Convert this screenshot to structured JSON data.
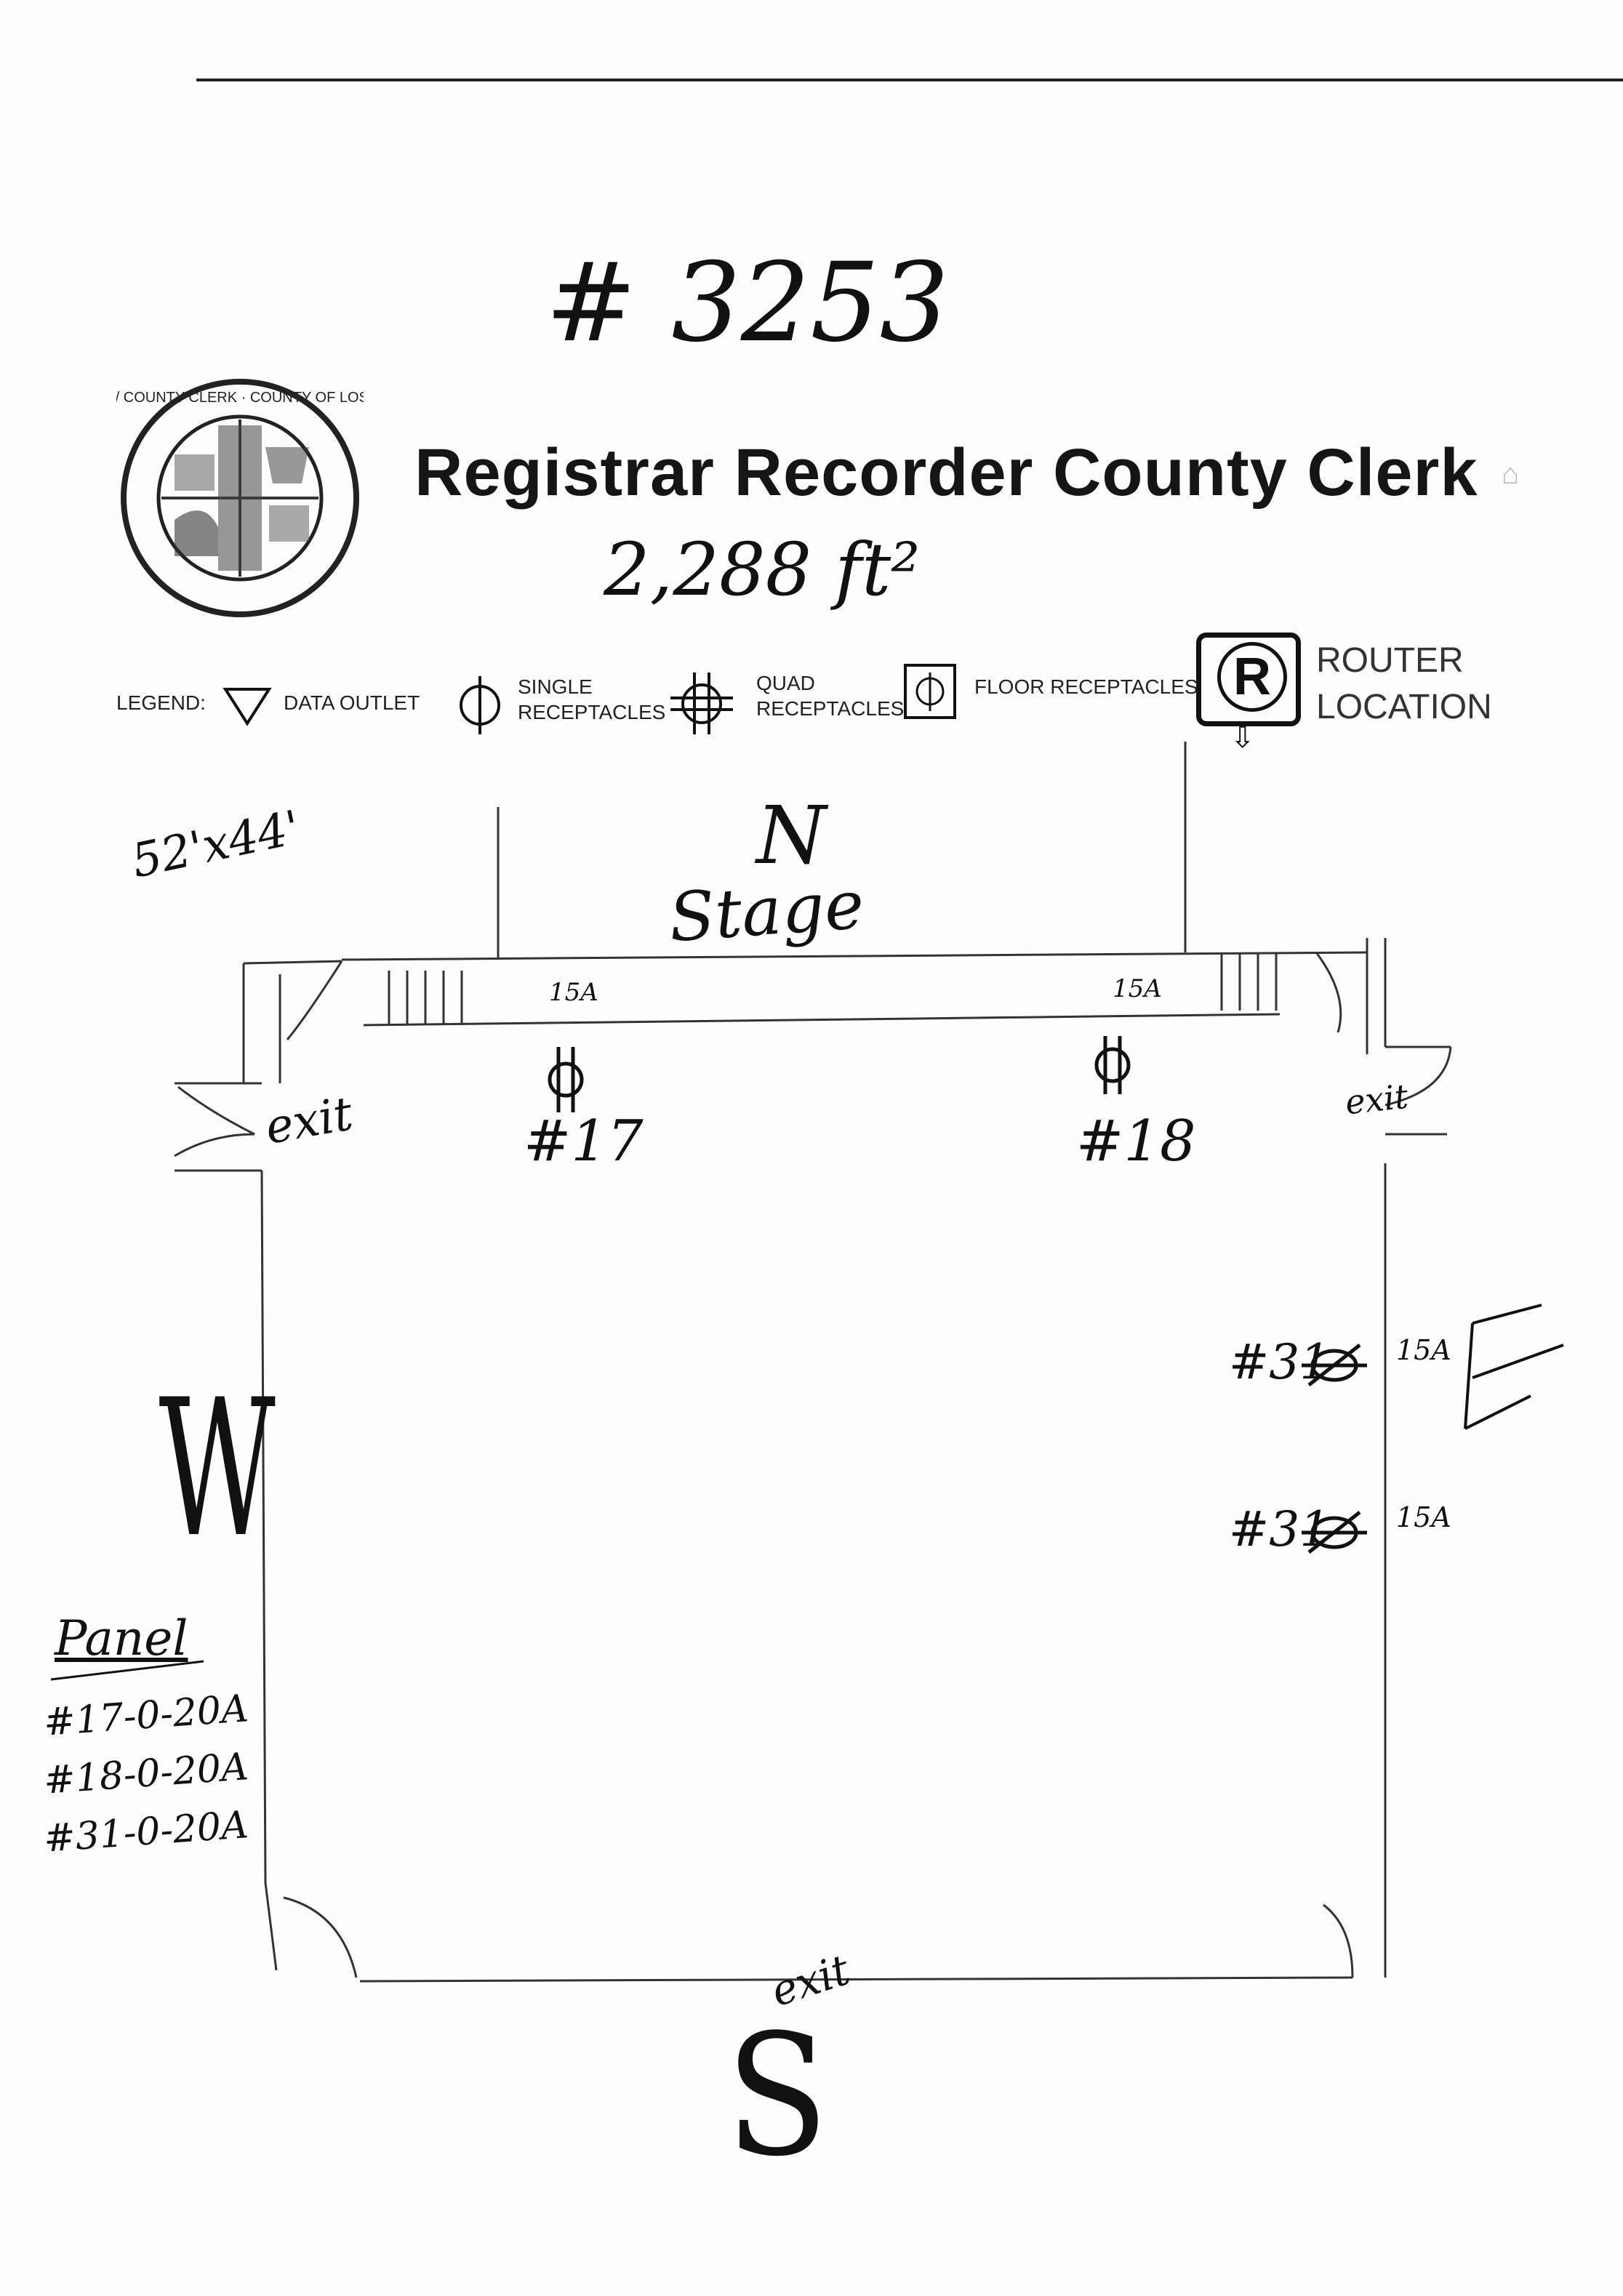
{
  "header": {
    "doc_number": "# 3253",
    "title": "Registrar Recorder County Clerk",
    "area": "2,288 ft²",
    "seal_text": "REGISTRAR RECORDER / COUNTY CLERK · COUNTY OF LOS ANGELES · CALIFORNIA"
  },
  "legend": {
    "label": "LEGEND:",
    "data_outlet": "DATA OUTLET",
    "single_receptacles": [
      "SINGLE",
      "RECEPTACLES"
    ],
    "quad_receptacles": [
      "QUAD",
      "RECEPTACLES"
    ],
    "floor_receptacles": "FLOOR RECEPTACLES",
    "router_symbol": "R",
    "router_location": [
      "ROUTER",
      "LOCATION"
    ]
  },
  "plan": {
    "dimensions": "52'x44'",
    "north_label": "N",
    "stage_label": "Stage",
    "south_label": "S",
    "west_label": "W",
    "east_label": "E",
    "exit_west": "exit",
    "exit_east": "exit",
    "exit_south": "exit",
    "stage_amp_left": "15A",
    "stage_amp_right": "15A",
    "outlet_17": "#17",
    "outlet_18": "#18",
    "east_outlet_1": "#31",
    "east_outlet_1_amp": "15A",
    "east_outlet_2": "#31",
    "east_outlet_2_amp": "15A"
  },
  "panel": {
    "title": "Panel",
    "lines": [
      "#17-0-20A",
      "#18-0-20A",
      "#31-0-20A"
    ]
  }
}
